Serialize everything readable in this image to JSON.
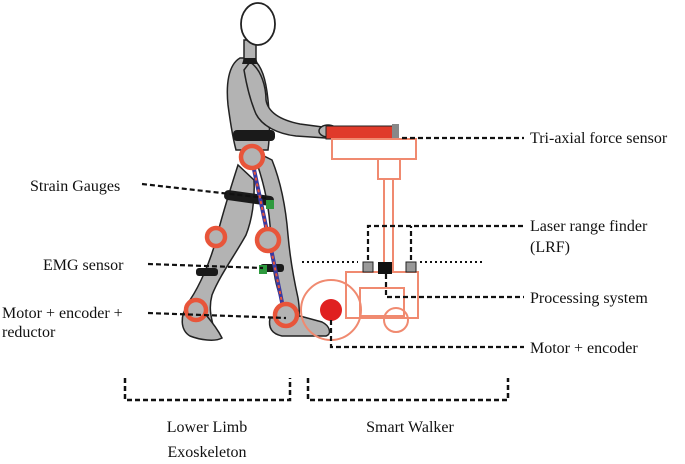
{
  "labels": {
    "force_sensor": "Tri-axial force sensor",
    "strain_gauges": "Strain Gauges",
    "lrf_line1": "Laser range finder",
    "lrf_line2": "(LRF)",
    "emg": "EMG sensor",
    "processing": "Processing system",
    "motor_reductor_line1": "Motor + encoder +",
    "motor_reductor_line2": "reductor",
    "motor_encoder": "Motor + encoder"
  },
  "groups": {
    "exoskeleton_line1": "Lower Limb",
    "exoskeleton_line2": "Exoskeleton",
    "walker": "Smart Walker"
  },
  "colors": {
    "joint_ring": "#e8553a",
    "walker_outline": "#f08a70",
    "handle": "#e03a2a",
    "motor": "#e02020",
    "body": "#b3b3b3",
    "strain_gauge": "#3a3aa0",
    "emg_sensor": "#2e9a3e"
  }
}
